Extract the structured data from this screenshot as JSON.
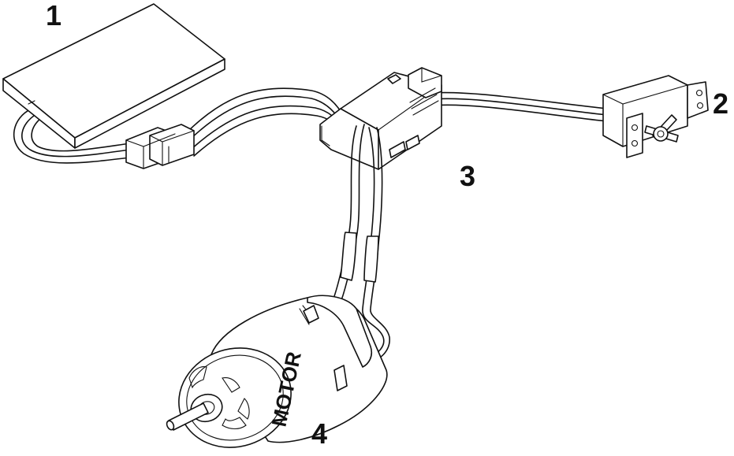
{
  "callouts": {
    "battery": "1",
    "servo": "2",
    "esc": "3",
    "motor": "4"
  },
  "motor_label": "MOTOR"
}
